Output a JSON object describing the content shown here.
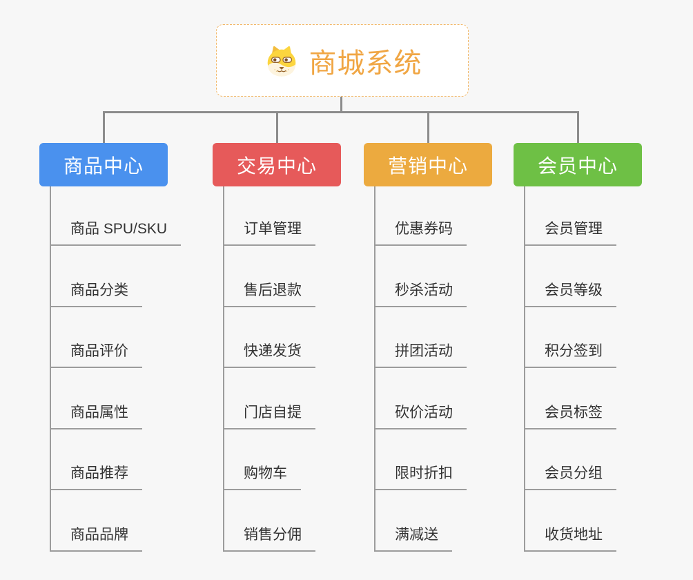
{
  "root": {
    "title": "商城系统",
    "icon": "dog-face-icon",
    "text_color": "#f0a644",
    "border_color": "#f2b96b"
  },
  "connector_color": "#8c8c8c",
  "line_color": "#9c9c9c",
  "branches": [
    {
      "label": "商品中心",
      "color": "#4a91ee",
      "children": [
        "商品 SPU/SKU",
        "商品分类",
        "商品评价",
        "商品属性",
        "商品推荐",
        "商品品牌"
      ]
    },
    {
      "label": "交易中心",
      "color": "#e65a5a",
      "children": [
        "订单管理",
        "售后退款",
        "快递发货",
        "门店自提",
        "购物车",
        "销售分佣"
      ]
    },
    {
      "label": "营销中心",
      "color": "#ecaa3f",
      "children": [
        "优惠券码",
        "秒杀活动",
        "拼团活动",
        "砍价活动",
        "限时折扣",
        "满减送"
      ]
    },
    {
      "label": "会员中心",
      "color": "#6ec045",
      "children": [
        "会员管理",
        "会员等级",
        "积分签到",
        "会员标签",
        "会员分组",
        "收货地址"
      ]
    }
  ]
}
